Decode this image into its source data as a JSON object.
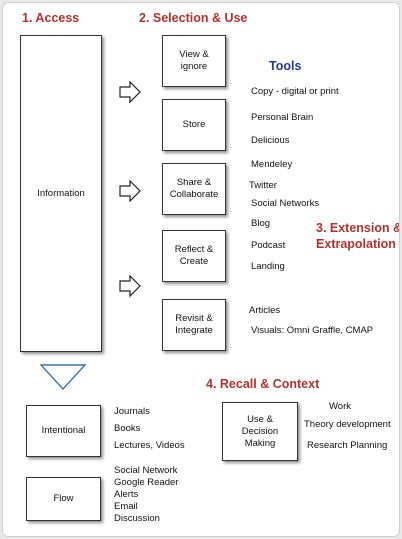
{
  "headings": {
    "access": "1. Access",
    "selection": "2. Selection & Use",
    "tools": "Tools",
    "extension_line1": "3. Extension &",
    "extension_line2": "Extrapolation",
    "recall": "4. Recall & Context"
  },
  "boxes": {
    "information": "Information",
    "view_ignore": [
      "View &",
      "ignore"
    ],
    "store": "Store",
    "share_collaborate": [
      "Share &",
      "Collaborate"
    ],
    "reflect_create": [
      "Reflect &",
      "Create"
    ],
    "revisit_integrate": [
      "Revisit &",
      "Integrate"
    ],
    "intentional": "Intentional",
    "flow": "Flow",
    "use_decision": [
      "Use &",
      "Decision",
      "Making"
    ]
  },
  "tools_list": {
    "copy": "Copy - digital or print",
    "personal_brain": "Personal Brain",
    "delicious": "Delicious",
    "mendeley": "Mendeley",
    "twitter": "Twitter",
    "social_networks": "Social Networks",
    "blog": "Blog",
    "podcast": "Podcast",
    "landing": "Landing",
    "articles": "Articles",
    "visuals": "Visuals: Omni Graffle, CMAP"
  },
  "intentional_items": [
    "Journals",
    "Books",
    "Lectures, Videos"
  ],
  "flow_items": [
    "Social Network",
    "Google Reader",
    "Alerts",
    "Email",
    "Discussion"
  ],
  "context_items": [
    "Work",
    "Theory development",
    "Research Planning"
  ],
  "colors": {
    "heading_red": "#b5302a",
    "heading_blue": "#1f3d8a"
  },
  "icons": {
    "arrows": "right-arrow-outline",
    "triangle": "down-triangle-outline"
  }
}
